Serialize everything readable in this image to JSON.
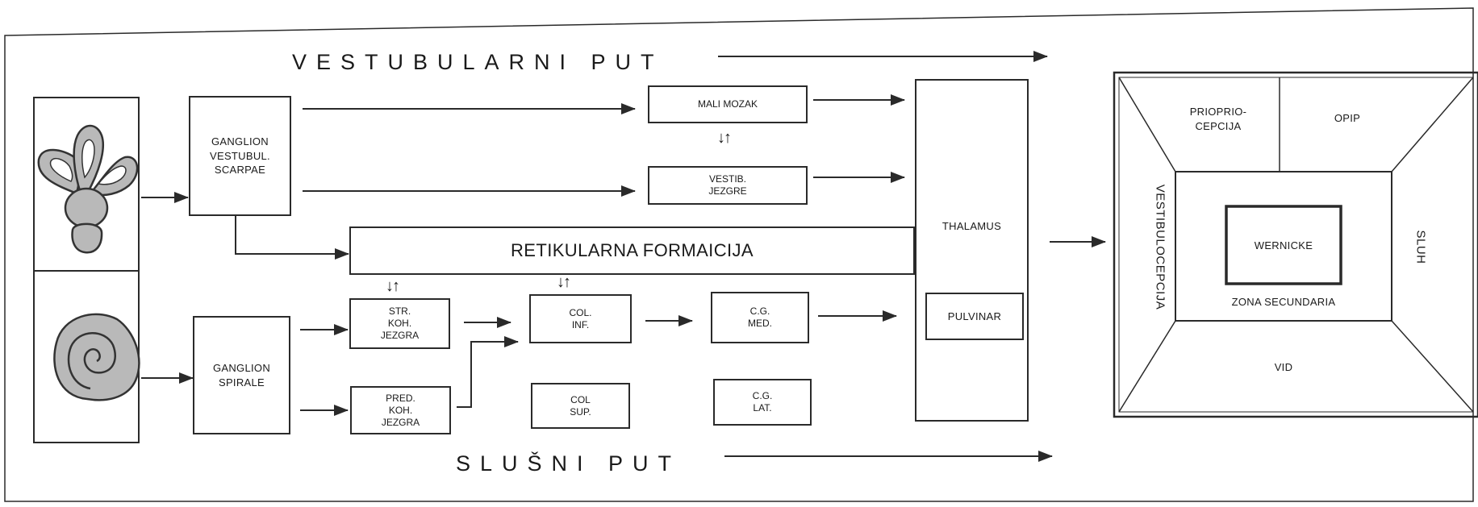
{
  "titles": {
    "vestibular": "VESTUBULARNI PUT",
    "auditory": "SLUŠNI PUT"
  },
  "boxes": {
    "ganglion_vestibul": "GANGLION\nVESTUBUL.\nSCARPAE",
    "ganglion_spirale": "GANGLION\nSPIRALE",
    "mali_mozak": "MALI MOZAK",
    "vestib_jezgre": "VESTIB.\nJEZGRE",
    "retikularna": "RETIKULARNA FORMAICIJA",
    "str_koh": "STR.\nKOH.\nJEZGRA",
    "pred_koh": "PRED.\nKOH.\nJEZGRA",
    "col_inf": "COL.\nINF.",
    "col_sup": "COL\nSUP.",
    "cg_med": "C.G.\nMED.",
    "cg_lat": "C.G.\nLAT.",
    "thalamus": "THALAMUS",
    "pulvinar": "PULVINAR"
  },
  "cortex": {
    "propriocepcija": "PRIOPRIO-\nCEPCIJA",
    "opip": "OPIP",
    "vestibulocepcija": "VESTIBULOCEPCIJA",
    "sluh": "SLUH",
    "wernicke": "WERNICKE",
    "zona_secundaria": "ZONA SECUNDARIA",
    "vid": "VID"
  },
  "symbols": {
    "updown": "↓↑"
  },
  "icons": {
    "vestibular_organ": "semicircular-canals-icon",
    "cochlea": "cochlea-icon"
  },
  "colors": {
    "line": "#2a2a2a",
    "organ_fill": "#b9b9b9"
  }
}
